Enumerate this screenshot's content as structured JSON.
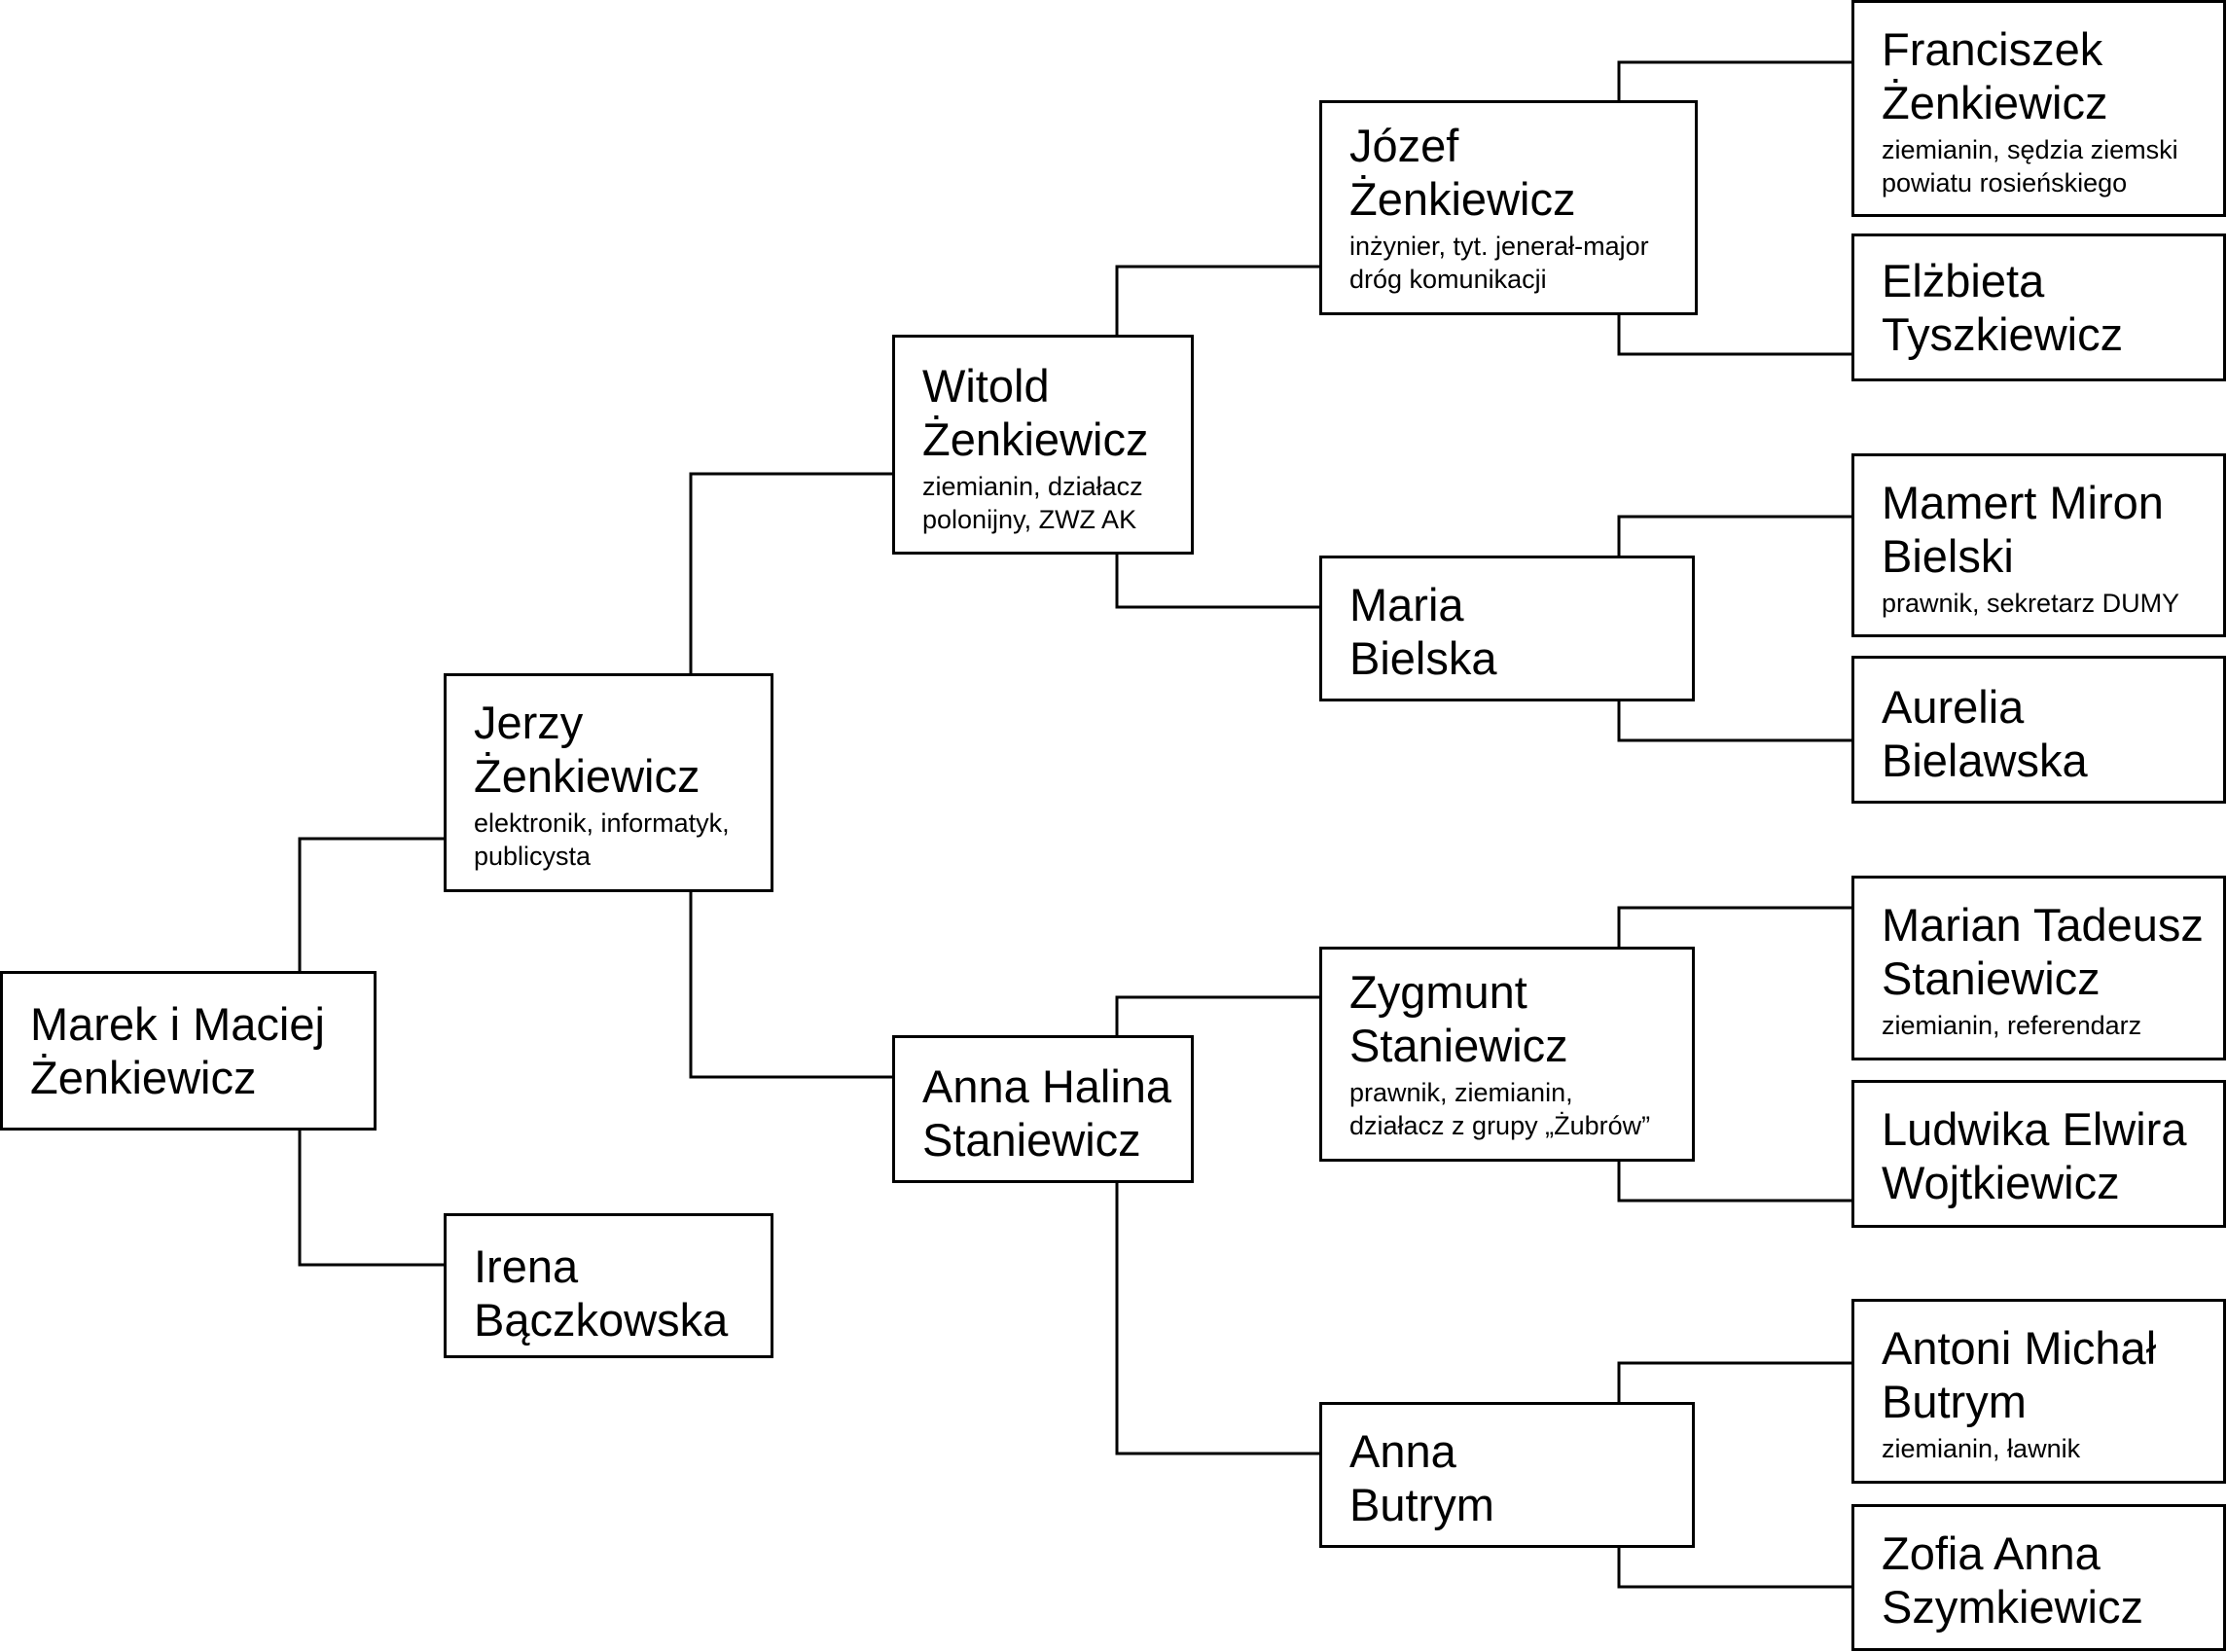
{
  "people": {
    "root": {
      "name": "Marek i Maciej\nŻenkiewicz",
      "desc": ""
    },
    "jerzy": {
      "name": "Jerzy\nŻenkiewicz",
      "desc": "elektronik, informatyk,\npublicysta"
    },
    "irena": {
      "name": "Irena\nBączkowska",
      "desc": ""
    },
    "witold": {
      "name": "Witold\nŻenkiewicz",
      "desc": "ziemianin, działacz\npolonijny, ZWZ AK"
    },
    "anna_halina": {
      "name": "Anna Halina\nStaniewicz",
      "desc": ""
    },
    "jozef": {
      "name": "Józef\nŻenkiewicz",
      "desc": "inżynier, tyt. jenerał-major\ndróg komunikacji"
    },
    "maria": {
      "name": "Maria\nBielska",
      "desc": ""
    },
    "zygmunt": {
      "name": "Zygmunt\nStaniewicz",
      "desc": "prawnik, ziemianin,\ndziałacz z grupy „Żubrów”"
    },
    "anna_butrym": {
      "name": "Anna\nButrym",
      "desc": ""
    },
    "franciszek": {
      "name": "Franciszek\nŻenkiewicz",
      "desc": "ziemianin, sędzia ziemski\npowiatu rosieńskiego"
    },
    "elzbieta": {
      "name": "Elżbieta\nTyszkiewicz",
      "desc": ""
    },
    "mamert": {
      "name": "Mamert Miron\nBielski",
      "desc": "prawnik, sekretarz DUMY"
    },
    "aurelia": {
      "name": "Aurelia\nBielawska",
      "desc": ""
    },
    "marian": {
      "name": "Marian Tadeusz\nStaniewicz",
      "desc": "ziemianin, referendarz"
    },
    "ludwika": {
      "name": "Ludwika Elwira\nWojtkiewicz",
      "desc": ""
    },
    "antoni": {
      "name": "Antoni Michał\nButrym",
      "desc": "ziemianin, ławnik"
    },
    "zofia": {
      "name": "Zofia Anna\nSzymkiewicz",
      "desc": ""
    }
  }
}
